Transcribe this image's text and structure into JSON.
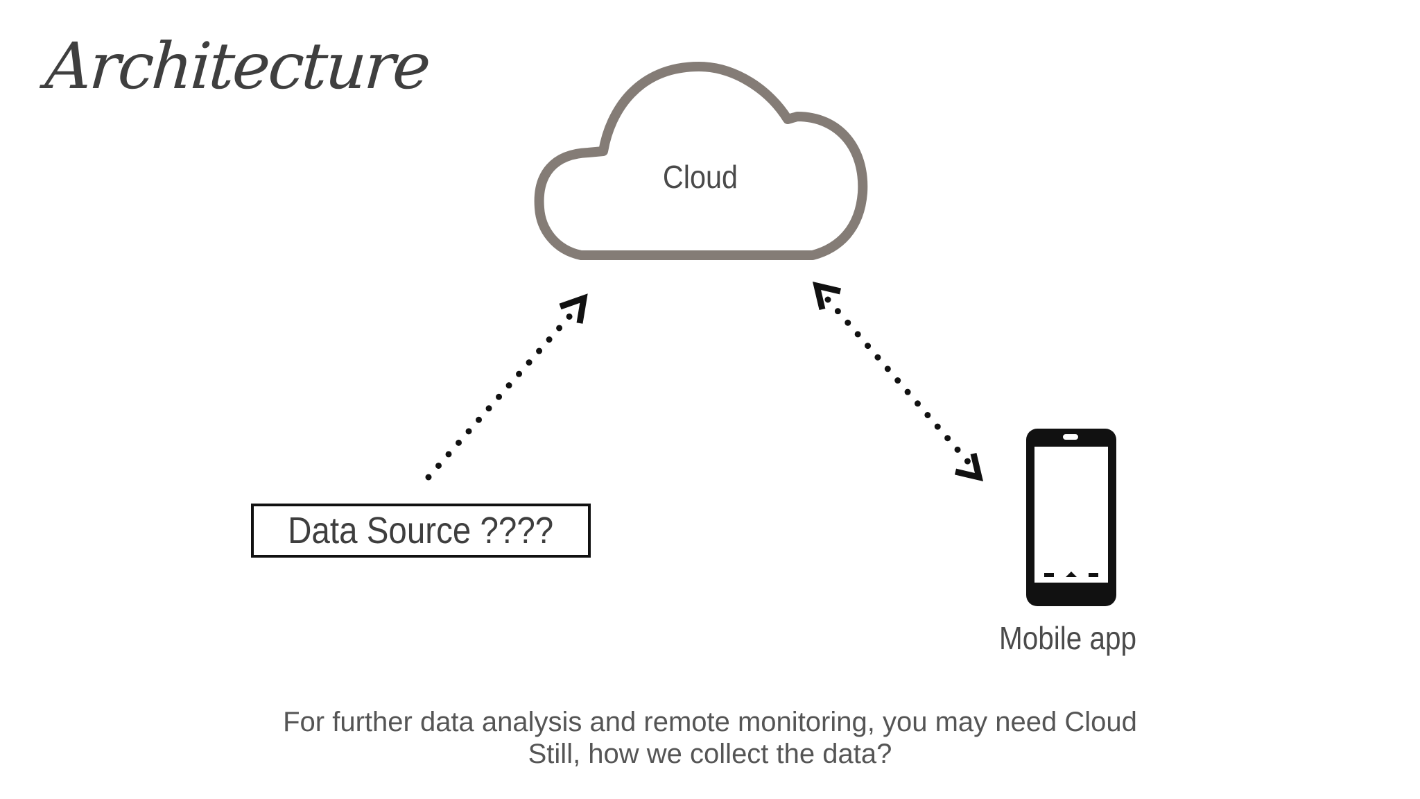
{
  "slide": {
    "title": "Architecture"
  },
  "diagram": {
    "cloud": {
      "label": "Cloud"
    },
    "data_source": {
      "label": "Data Source ????"
    },
    "mobile": {
      "label": "Mobile app"
    }
  },
  "caption": {
    "line1": "For further data analysis and remote monitoring, you may need Cloud",
    "line2": "Still, how we collect the data?"
  },
  "colors": {
    "cloud_outline": "#847c76",
    "arrow": "#111111",
    "box_border": "#111111",
    "phone": "#111111"
  }
}
